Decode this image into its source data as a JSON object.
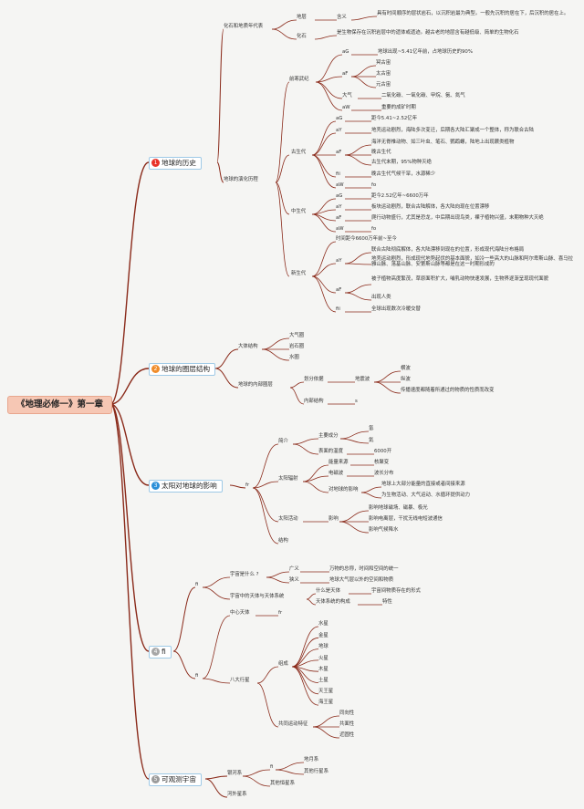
{
  "colors": {
    "line": "#8a2a1a",
    "box_fill": "#ffffff",
    "box_border": "#9ec9e6",
    "root_fill": "#f6c7b4",
    "b1": "#e8332a",
    "b2": "#f08c2a",
    "b3": "#2a8fd8",
    "b4": "#a7a7a7",
    "b5": "#9b9b9b"
  },
  "root": "《地理必修一》第一章",
  "chapters": [
    {
      "num": "1",
      "label": "地球的历史"
    },
    {
      "num": "2",
      "label": "地球的圈层结构"
    },
    {
      "num": "3",
      "label": "太阳对地球的影响"
    },
    {
      "num": "4",
      "label": "fi"
    },
    {
      "num": "5",
      "label": "可观测宇宙"
    }
  ],
  "ch1": {
    "a": "化石和地质年代表",
    "a1": "地层",
    "a1a": "含义",
    "a1b": "具有时间顺序的层状岩石，以沉积岩最为典型。一般先沉积的居在下，后沉积的居在上。",
    "a2": "化石",
    "a2b": "是生物保存在沉积岩层中的遗体或遗迹。越古老的地层含有越低级、简单的生物化石",
    "b": "地球的演化历程",
    "b1": "前寒武纪",
    "b1a": "aG",
    "b1a1": "地球出现~5.41亿年前，占地球历史的90%",
    "b1b": "aF",
    "b1b1": "冥古宙",
    "b1b2": "太古宙",
    "b1b3": "元古宙",
    "b1c": "大气",
    "b1c1": "二氧化碳、一氧化碳、甲烷、氨、氮气",
    "b1d": "aW",
    "b1d1": "重要的成矿时期",
    "b2": "古生代",
    "b2a": "aG",
    "b2a1": "距今5.41~2.52亿年",
    "b2b": "aY",
    "b2b1": "地壳运动剧烈，海陆多次变迁，后期各大陆汇聚成一个整体，称为联合古陆",
    "b2c": "aF",
    "b2c1": "海洋无脊椎动物、如三叶虫、笔石、鹦鹉螺，陆地上出现蕨类植物",
    "b2c2": "晚古生代",
    "b2c3": "古生代末期，95%物种灭绝",
    "b2d": "fii",
    "b2d1": "晚古生代气候干旱，水源稀少",
    "b2e": "aW",
    "b2e1": "fo",
    "b3": "中生代",
    "b3a": "aG",
    "b3a1": "距今2.52亿年~6600万年",
    "b3b": "aY",
    "b3b1": "板块运动剧烈，联合古陆解体，各大陆向现在位置漂移",
    "b3c": "aF",
    "b3c1": "爬行动物盛行，尤其是恐龙，中后期出现鸟类，裸子植物兴盛，末期物种大灭绝",
    "b3d": "aW",
    "b3d1": "fo",
    "b4": "新生代",
    "b4a": "时间距今6600万年前~至今",
    "b4b": "aY",
    "b4b1": "联合古陆彻底解体，各大陆漂移到现在的位置，形成现代海陆分布格局",
    "b4b2": "地壳运动剧烈，形成现代地势起伏的基本面貌，如冷一些高大的山脉和阿尔卑斯山脉、喜马拉雅山脉、落基山脉、安第斯山脉等都是在这一时期形成的",
    "b4c": "aF",
    "b4c1": "被子植物高度繁茂，草原面积扩大，哺乳动物快速发展，生物界逐渐呈现现代面貌",
    "b4c2": "出现人类",
    "b4d": "fii",
    "b4d1": "全球出现数次冷暖交替"
  },
  "ch2": {
    "a": "大体结构",
    "a1": "大气圈",
    "a2": "岩石圈",
    "a3": "水圈",
    "b": "地球的内部圈层",
    "b1": "划分依据",
    "b1a": "地震波",
    "b1a1": "横波",
    "b1a2": "纵波",
    "b1a3": "传播速度都随着所通过的物质的性质而改变",
    "b2": "内部结构",
    "b2a": "s"
  },
  "ch3": {
    "hub": "fr",
    "a": "简介",
    "a1": "主要成分",
    "a1a": "氢",
    "a1b": "氦",
    "a2": "表面的温度",
    "a2a": "6000开",
    "b": "太阳辐射",
    "b1": "能量来源",
    "b1a": "核聚变",
    "b2": "电磁波",
    "b2a": "波长分布",
    "b3": "对地球的影响",
    "b3a": "地球上大部分能量的直接或者间接来源",
    "b3b": "为生物活动、大气运动、水循环提供动力",
    "c": "太阳活动",
    "c1": "影响",
    "c1a": "影响地球磁场、磁暴、极光",
    "c1b": "影响电离层，干扰无线电短波通信",
    "c1c": "影响气候降水",
    "d": "结构"
  },
  "ch4": {
    "hubA": "fi",
    "a": "宇宙是什么 ?",
    "a1": "广义",
    "a1a": "万物的总称，时间和空间的统一",
    "a2": "狭义",
    "a2a": "地球大气层以外的空间和物质",
    "b": "宇宙中的天体与天体系统",
    "b1": "什么是天体",
    "b1a": "宇宙间物质存在的形式",
    "b2": "天体系统的构成",
    "b2a": "特性",
    "hubB": "fi",
    "c": "中心天体",
    "c1": "fr",
    "d": "八大行星",
    "d1": "组成",
    "planets": [
      "水星",
      "金星",
      "地球",
      "火星",
      "木星",
      "土星",
      "天王星",
      "海王星"
    ],
    "d2": "共同运动特征",
    "d2a": "同向性",
    "d2b": "共面性",
    "d2c": "近圆性"
  },
  "ch5": {
    "a": "银河系",
    "a1": "fi",
    "a1a": "地月系",
    "a1b": "其他行星系",
    "a2": "其他恒星系",
    "b": "河外星系"
  }
}
